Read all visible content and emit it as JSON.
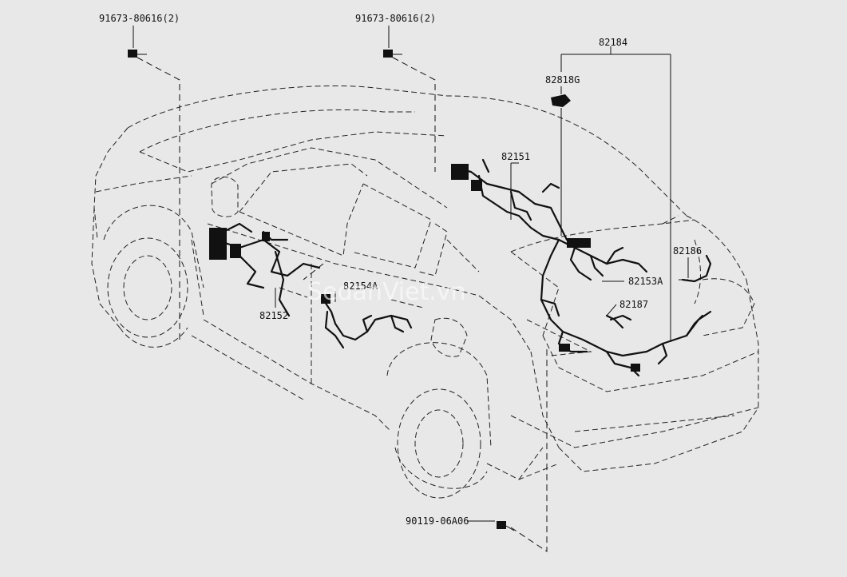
{
  "labels": {
    "bolt_left": "91673-80616(2)",
    "bolt_center": "91673-80616(2)",
    "p82184": "82184",
    "p82818g": "82818G",
    "p82151": "82151",
    "p82186": "82186",
    "p82153a": "82153A",
    "p82187": "82187",
    "p82154a": "82154A",
    "p82152": "82152",
    "bolt_bottom": "90119-06A06"
  },
  "watermark": "SedanViet.vn",
  "colors": {
    "background": "#e8e8e8",
    "line": "#111111"
  }
}
